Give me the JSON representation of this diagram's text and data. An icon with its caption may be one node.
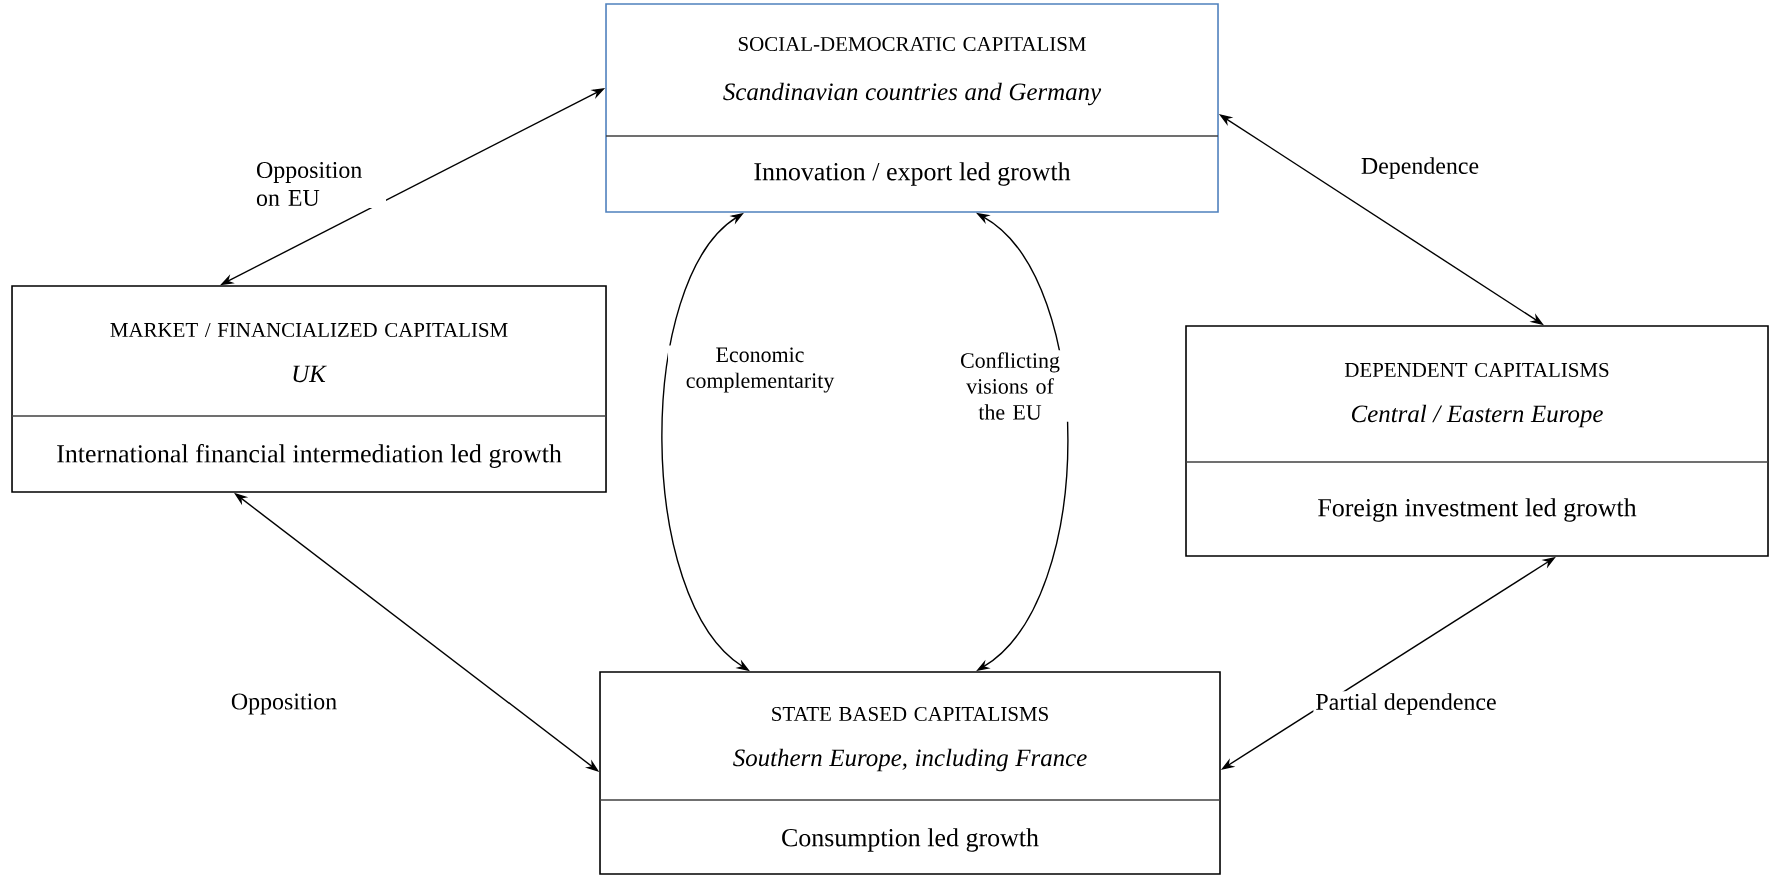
{
  "diagram": {
    "nodes": [
      {
        "text": [
          "SOCIAL-DEMOCRATIC CAPITALISM",
          "*Scandinavian countries and Germany*",
          "Innovation / export led growth"
        ]
      },
      {
        "text": [
          "MARKET / FINANCIALIZED CAPITALISM",
          "*UK*",
          "International financial intermediation led growth"
        ]
      },
      {
        "text": [
          "DEPENDENT CAPITALISMS",
          "*Central / Eastern Europe*",
          "Foreign investment led growth"
        ]
      },
      {
        "text": [
          "STATE BASED CAPITALISMS",
          "*Southern Europe, including France*",
          "Consumption led growth"
        ]
      }
    ],
    "edges": [
      {
        "from": 1,
        "to": 0,
        "arrow": "both",
        "label": "Opposition on EU"
      },
      {
        "from": 0,
        "to": 2,
        "arrow": "both",
        "label": "Dependence"
      },
      {
        "from": 1,
        "to": 3,
        "arrow": "both",
        "label": "Opposition"
      },
      {
        "from": 3,
        "to": 2,
        "arrow": "both",
        "label": "Partial dependence"
      },
      {
        "from": 3,
        "to": 0,
        "arrow": "both",
        "label": "Economic complementarity"
      },
      {
        "from": 3,
        "to": 0,
        "arrow": "both",
        "label": "Conflicting visions of the EU"
      }
    ]
  }
}
